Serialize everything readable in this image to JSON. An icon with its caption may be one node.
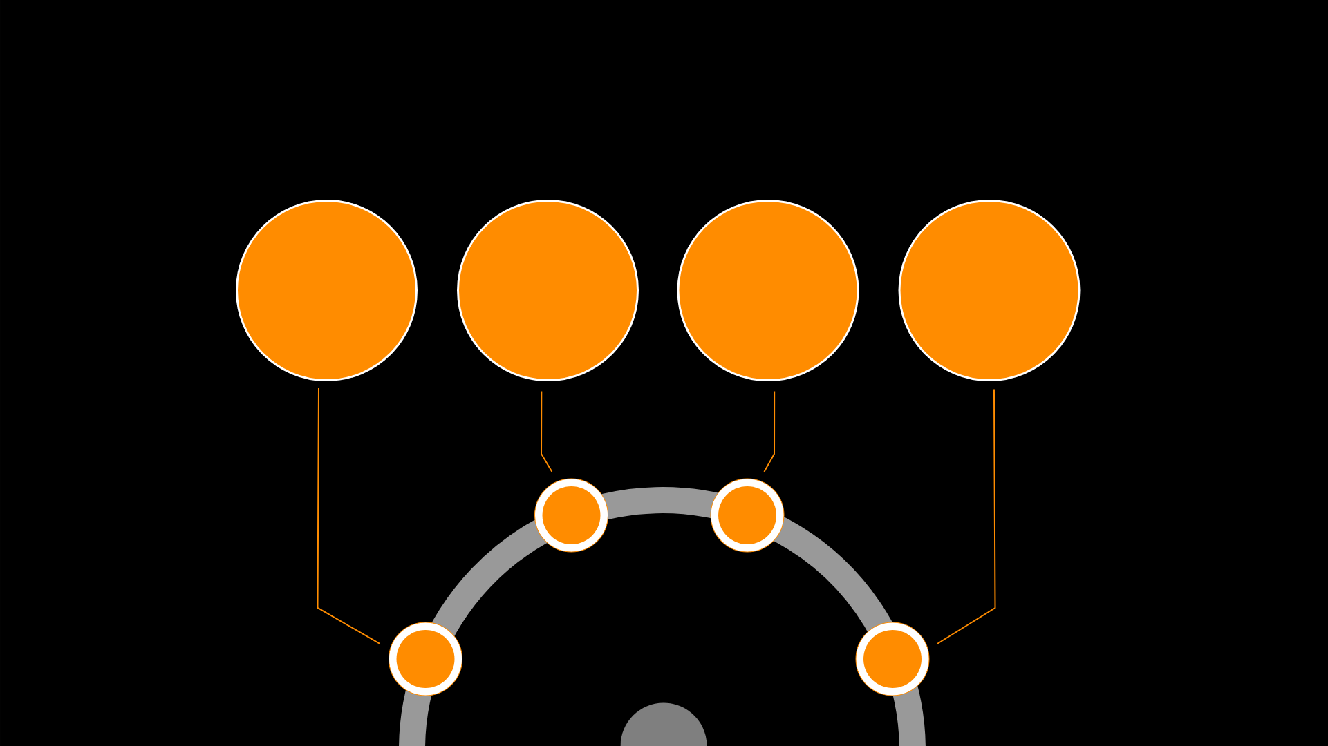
{
  "diagram": {
    "nodes": [
      {
        "text": [],
        "shape": "circle"
      },
      {
        "text": [],
        "shape": "circle"
      },
      {
        "text": [],
        "shape": "circle"
      },
      {
        "text": [],
        "shape": "circle"
      },
      {
        "text": [],
        "shape": "circle"
      },
      {
        "text": [],
        "shape": "circle"
      },
      {
        "text": [],
        "shape": "circle"
      },
      {
        "text": [],
        "shape": "circle"
      },
      {
        "text": [],
        "shape": "circle"
      }
    ],
    "edges": [
      {
        "from": 0,
        "to": 4,
        "arrow": "none"
      },
      {
        "from": 1,
        "to": 5,
        "arrow": "none"
      },
      {
        "from": 2,
        "to": 6,
        "arrow": "none"
      },
      {
        "from": 3,
        "to": 7,
        "arrow": "none"
      }
    ]
  }
}
